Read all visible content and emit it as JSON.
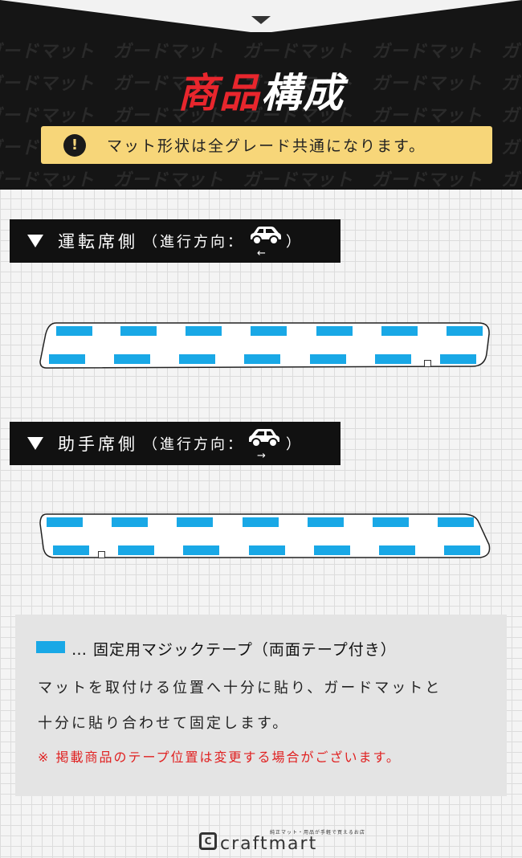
{
  "header": {
    "watermark_text": "ガードマット",
    "title_part1": "商品",
    "title_part2": "構成",
    "notice_icon": "!",
    "notice_text": "マット形状は全グレード共通になります。"
  },
  "sections": [
    {
      "title": "運転席側",
      "sub_open": "（進行方向：",
      "sub_close": "）",
      "car_icon": "car-left-icon",
      "direction_arrow": "←"
    },
    {
      "title": "助手席側",
      "sub_open": "（進行方向：",
      "sub_close": "）",
      "car_icon": "car-right-icon",
      "direction_arrow": "→"
    }
  ],
  "legend": {
    "heading": "… 固定用マジックテープ（両面テープ付き）",
    "desc_line1": "マットを取付ける位置へ十分に貼り、ガードマットと",
    "desc_line2": "十分に貼り合わせて固定します。",
    "note": "※ 掲載商品のテープ位置は変更する場合がございます。"
  },
  "footer": {
    "logo_mark": "C",
    "logo_tagline": "純正マット・用品が手軽で買えるお店",
    "logo_name": "craftmart"
  },
  "colors": {
    "tape": "#19a8e6",
    "title_red": "#e8262d",
    "notice_bg": "#f7d679",
    "note_red": "#e02020"
  }
}
